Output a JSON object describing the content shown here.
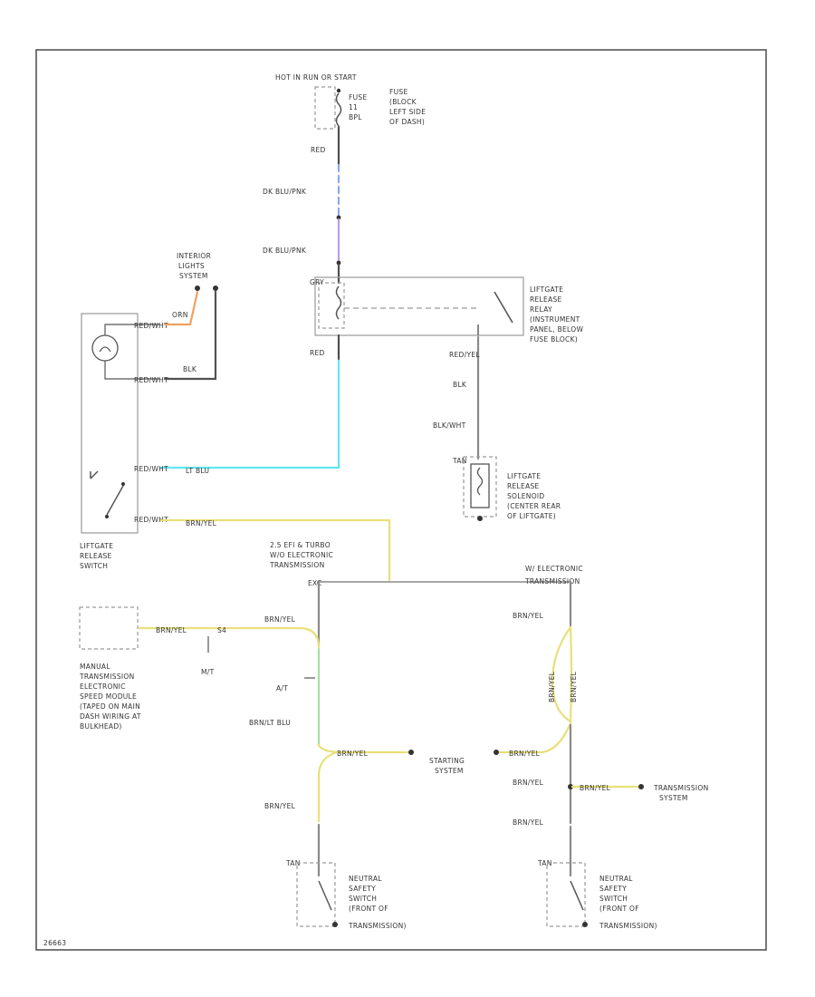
{
  "colors": {
    "border": "#555555",
    "wire_gray": "#8a8a8a",
    "wire_dark": "#505050",
    "wire_cyan": "#5ee8f2",
    "wire_yellow": "#e8e07a",
    "wire_green": "#a8e0a0",
    "wire_blue": "#8aa8ee",
    "wire_purple": "#b8a0e0",
    "wire_orange": "#f0a060"
  },
  "labels": {
    "hot_in_run": "HOT IN RUN OR START",
    "fuse_block_1": "FUSE",
    "fuse_block_2": "(BLOCK",
    "fuse_block_3": "LEFT SIDE",
    "fuse_block_4": "OF DASH)",
    "fuse_id_1": "FUSE",
    "fuse_id_2": "11",
    "fuse_id_3": "BPL",
    "wire_top": "RED",
    "wire_dk_blu_pnk_1": "DK BLU/PNK",
    "wire_dk_blu_pnk_2": "DK BLU/PNK",
    "relay_pin_top": "GRY",
    "relay_pin_bottom": "RED",
    "relay_name_1": "LIFTGATE",
    "relay_name_2": "RELEASE",
    "relay_name_3": "RELAY",
    "relay_name_4": "(INSTRUMENT",
    "relay_name_5": "PANEL, BELOW",
    "relay_name_6": "FUSE BLOCK)",
    "interior_lights_1": "INTERIOR",
    "interior_lights_2": "LIGHTS",
    "interior_lights_3": "SYSTEM",
    "wire_orn": "ORN",
    "wire_blk": "BLK",
    "sw_pin_1": "RED/WHT",
    "sw_pin_2": "RED/WHT",
    "sw_pin_3": "RED/WHT",
    "sw_pin_4": "RED/WHT",
    "wire_lt_blu": "LT BLU",
    "wire_brn_yel_sw": "BRN/YEL",
    "liftgate_switch_1": "LIFTGATE",
    "liftgate_switch_2": "RELEASE",
    "liftgate_switch_3": "SWITCH",
    "wire_red_relay": "RED/YEL",
    "wire_blk_mid": "BLK",
    "wire_blk_wht": "BLK/WHT",
    "wire_tan": "TAN",
    "solenoid_1": "LIFTGATE",
    "solenoid_2": "RELEASE",
    "solenoid_3": "SOLENOID",
    "solenoid_4": "(CENTER REAR",
    "solenoid_5": "OF LIFTGATE)",
    "branch_left_1": "2.5 EFI & TURBO",
    "branch_left_2": "W/O ELECTRONIC",
    "branch_left_3": "TRANSMISSION",
    "branch_left_4": "EXC",
    "branch_right_1": "W/ ELECTRONIC",
    "branch_right_2": "TRANSMISSION",
    "wire_brn_yel_l": "BRN/YEL",
    "wire_brn_yel_r": "BRN/YEL",
    "wire_brn_yel_mt": "BRN/YEL",
    "mt_tag_1": "S4",
    "mt_tag_2": "M/T",
    "at_tag": "A/T",
    "wire_brn_lt_blu": "BRN/LT BLU",
    "manual_trans_1": "MANUAL",
    "manual_trans_2": "TRANSMISSION",
    "manual_trans_3": "ELECTRONIC",
    "manual_trans_4": "SPEED MODULE",
    "manual_trans_5": "(TAPED ON MAIN",
    "manual_trans_6": "DASH WIRING AT",
    "manual_trans_7": "BULKHEAD)",
    "wire_brn_yel_start_l": "BRN/YEL",
    "starting_1": "STARTING",
    "starting_2": "SYSTEM",
    "wire_brn_yel_start_r": "BRN/YEL",
    "wire_brn_yel_v1": "BRN/YEL",
    "wire_brn_yel_v2": "BRN/YEL",
    "wire_brn_yel_r2": "BRN/YEL",
    "wire_brn_yel_trans": "BRN/YEL",
    "transmission_1": "TRANSMISSION",
    "transmission_2": "SYSTEM",
    "wire_brn_yel_lower_l": "BRN/YEL",
    "wire_brn_yel_lower_r": "BRN/YEL",
    "wire_tan_l": "TAN",
    "wire_tan_r": "TAN",
    "nss_l_1": "NEUTRAL",
    "nss_l_2": "SAFETY",
    "nss_l_3": "SWITCH",
    "nss_l_4": "(FRONT OF",
    "nss_l_5": "TRANSMISSION)",
    "nss_r_1": "NEUTRAL",
    "nss_r_2": "SAFETY",
    "nss_r_3": "SWITCH",
    "nss_r_4": "(FRONT OF",
    "nss_r_5": "TRANSMISSION)",
    "fig_id": "26663"
  }
}
